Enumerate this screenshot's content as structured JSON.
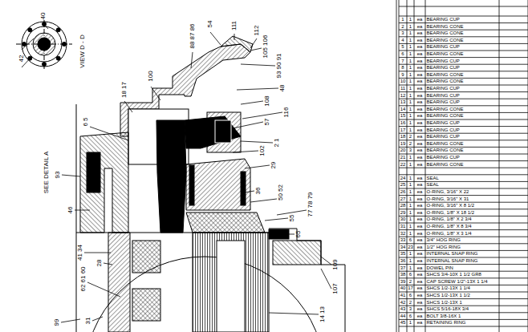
{
  "diagram": {
    "labels": [
      "40",
      "42",
      "VIEW D - D",
      "54",
      "111",
      "112",
      "105 106",
      "88 87 86",
      "18 17",
      "100",
      "93 90 91",
      "48",
      "108",
      "116",
      "57",
      "2 1",
      "102",
      "29",
      "6 5",
      "93",
      "SEE DETAIL A",
      "46",
      "36",
      "50 52",
      "55",
      "77 78 79",
      "65",
      "41 34",
      "28",
      "62 61 60",
      "109",
      "107",
      "14 13",
      "99",
      "31",
      "1",
      "1",
      "ea",
      "BEARING CUP",
      "2",
      "1",
      "ea",
      "BEARING CONE",
      "3",
      "1",
      "ea",
      "BEARING CONE",
      "4",
      "1",
      "ea",
      "BEARING CONE",
      "5",
      "1",
      "ea",
      "BEARING CUP",
      "6",
      "1",
      "ea",
      "BEARING CONE",
      "7",
      "1",
      "ea",
      "BEARING CUP",
      "8",
      "1",
      "ea",
      "BEARING CUP",
      "9",
      "1",
      "ea",
      "BEARING CONE",
      "10",
      "1",
      "ea",
      "BEARING CONE",
      "11",
      "1",
      "ea",
      "BEARING CUP",
      "12",
      "1",
      "ea",
      "BEARING CUP",
      "13",
      "1",
      "ea",
      "BEARING CUP",
      "14",
      "1",
      "ea",
      "BEARING CONE",
      "15",
      "1",
      "ea",
      "BEARING CONE",
      "16",
      "1",
      "ea",
      "BEARING CUP",
      "17",
      "1",
      "ea",
      "BEARING CUP",
      "18",
      "2",
      "ea",
      "BEARING CUP",
      "19",
      "2",
      "ea",
      "BEARING CONE",
      "20",
      "3",
      "ea",
      "BEARING CONE",
      "21",
      "1",
      "ea",
      "BEARING CUP",
      "22",
      "1",
      "ea",
      "BEARING CONE",
      "24",
      "1",
      "ea",
      "SEAL",
      "25",
      "1",
      "ea",
      "SEAL",
      "26",
      "1",
      "ea",
      "O-RING, 3/16\" X 22",
      "27",
      "1",
      "ea",
      "O-RING, 3/16\" X 31",
      "28",
      "1",
      "ea",
      "O-RING, 3/16\" X 8 1/2",
      "29",
      "1",
      "ea",
      "O-RING, 1/8\" X 18 1/2",
      "30",
      "1",
      "ea",
      "O-RING, 1/8\" X 2 3/4",
      "31",
      "1",
      "ea",
      "O-RING, 1/8\" X 8 3/4",
      "32",
      "1",
      "ea",
      "O-RING, 1/8\" X 3 1/4",
      "33",
      "6",
      "ea",
      "3/4\" HOG RING",
      "34",
      "23",
      "ea",
      "1/2\" HOG RING",
      "35",
      "1",
      "ea",
      "INTERNAL SNAP RING",
      "36",
      "1",
      "ea",
      "INTERNAL SNAP RING",
      "37",
      "1",
      "ea",
      "DOWEL PIN",
      "38",
      "6",
      "ea",
      "SHCS 3/4-10X 1 1/2 GR8",
      "39",
      "2",
      "ea",
      "CAP SCREW 1/2\"-13X 1 1/4",
      "40",
      "17",
      "ea",
      "SHCS 1/2-13X 1 1/4",
      "41",
      "6",
      "ea",
      "SHCS 1/2-13X 1 1/2",
      "42",
      "2",
      "ea",
      "SHCS 1/2-13X 1",
      "43",
      "3",
      "ea",
      "SHCS 5/16-18X 3/4",
      "44",
      "6",
      "ea",
      "BOLT 3/8-16X 1",
      "45",
      "1",
      "ea",
      "RETAINING RING"
    ]
  }
}
